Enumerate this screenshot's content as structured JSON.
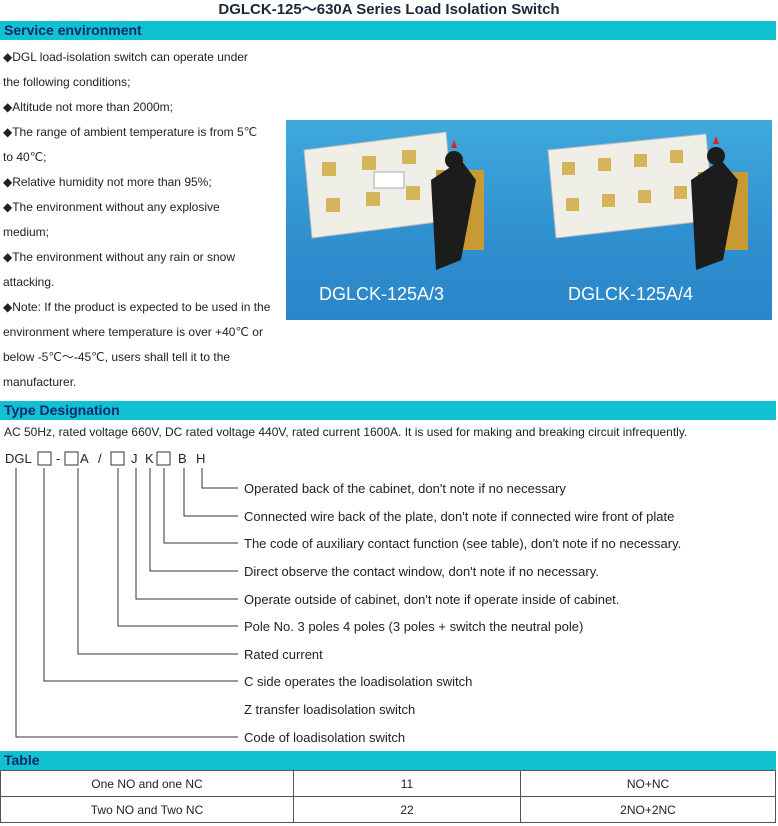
{
  "title": "DGLCK-125～630A Series Load Isolation Switch",
  "sections": {
    "service": "Service environment",
    "type": "Type Designation",
    "table": "Table"
  },
  "service_lines": [
    "◆DGL load-isolation switch can operate under",
    "the following conditions;",
    "◆Altitude not more than 2000m;",
    "◆The range of ambient temperature is from 5℃",
    "to 40℃;",
    "◆Relative humidity not more than 95%;",
    "◆The environment without any explosive",
    "medium;",
    "◆The environment without any rain or snow",
    "attacking.",
    "◆Note: If the product is expected to be used in the",
    "environment where temperature is over +40℃ or",
    "below -5℃～-45℃, users shall tell it to the",
    "manufacturer."
  ],
  "photo_captions": [
    "DGLCK-125A/3",
    "DGLCK-125A/4"
  ],
  "type_description": "AC 50Hz, rated voltage 660V, DC rated voltage 440V, rated current 1600A. It is used for making and breaking circuit infrequently.",
  "code": {
    "dgl": "DGL",
    "dash": "-",
    "a": "A",
    "slash": "/",
    "j": "J",
    "k": "K",
    "b": "B",
    "h": "H"
  },
  "designations": [
    "Operated back of the cabinet, don't note if no necessary",
    "Connected wire back of the plate, don't note if connected wire front of plate",
    "The code of auxiliary contact function (see table), don't note if no necessary.",
    "Direct observe the contact window, don't note if  no necessary.",
    "Operate outside of cabinet, don't note if operate inside of cabinet.",
    "Pole No.  3 poles     4 poles (3 poles + switch the neutral pole)",
    "Rated current",
    "C side operates the loadisolation switch",
    "Z transfer loadisolation switch",
    "Code of loadisolation switch"
  ],
  "table_rows": [
    [
      "One NO and one NC",
      "11",
      "NO+NC"
    ],
    [
      "Two NO and Two NC",
      "22",
      "2NO+2NC"
    ]
  ]
}
